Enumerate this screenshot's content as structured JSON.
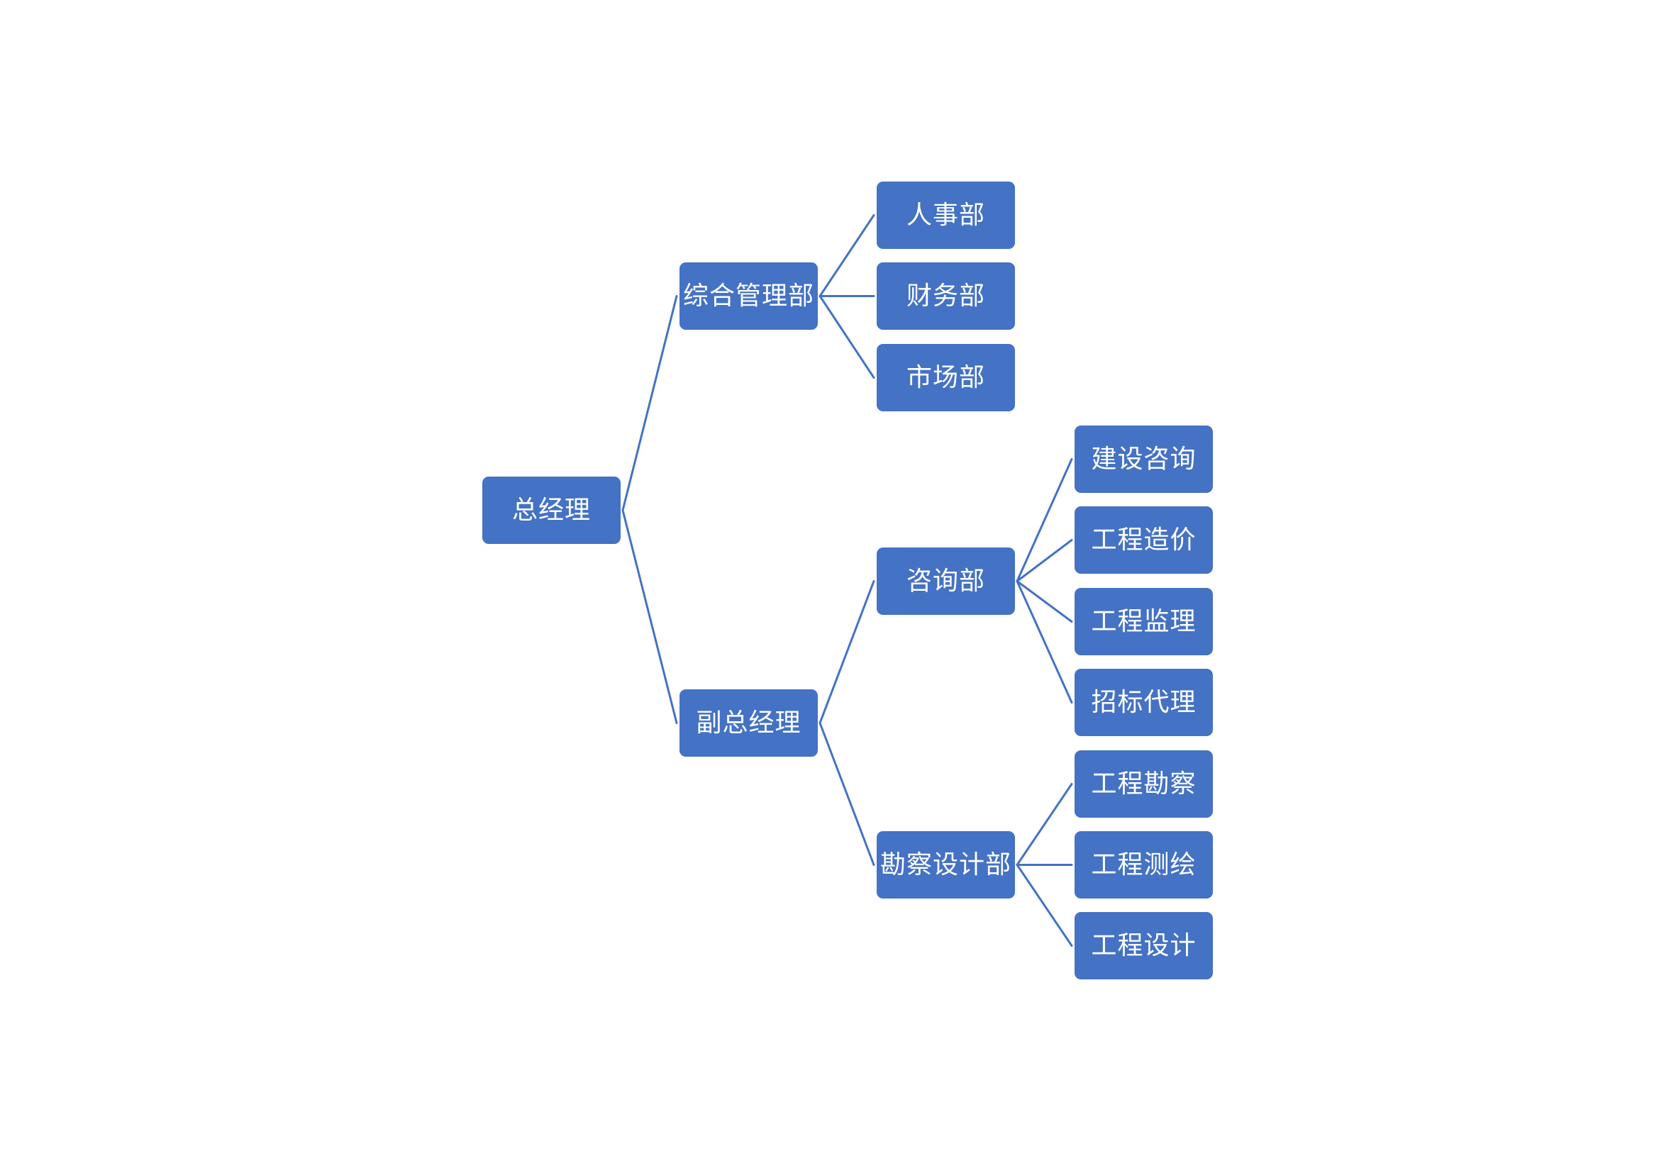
{
  "diagram": {
    "type": "org-chart",
    "colors": {
      "node_fill": "#4472c4",
      "node_text": "#ffffff",
      "connector": "#4472c4",
      "background": "#ffffff"
    },
    "nodes": {
      "ceo": "总经理",
      "admin": "综合管理部",
      "vp": "副总经理",
      "hr": "人事部",
      "finance": "财务部",
      "market": "市场部",
      "consulting": "咨询部",
      "survey_design": "勘察设计部",
      "construction_consulting": "建设咨询",
      "cost_estimation": "工程造价",
      "supervision": "工程监理",
      "tender_agency": "招标代理",
      "engineering_survey": "工程勘察",
      "surveying_mapping": "工程测绘",
      "engineering_design": "工程设计"
    },
    "edges": [
      [
        "ceo",
        "admin"
      ],
      [
        "ceo",
        "vp"
      ],
      [
        "admin",
        "hr"
      ],
      [
        "admin",
        "finance"
      ],
      [
        "admin",
        "market"
      ],
      [
        "vp",
        "consulting"
      ],
      [
        "vp",
        "survey_design"
      ],
      [
        "consulting",
        "construction_consulting"
      ],
      [
        "consulting",
        "cost_estimation"
      ],
      [
        "consulting",
        "supervision"
      ],
      [
        "consulting",
        "tender_agency"
      ],
      [
        "survey_design",
        "engineering_survey"
      ],
      [
        "survey_design",
        "surveying_mapping"
      ],
      [
        "survey_design",
        "engineering_design"
      ]
    ]
  }
}
